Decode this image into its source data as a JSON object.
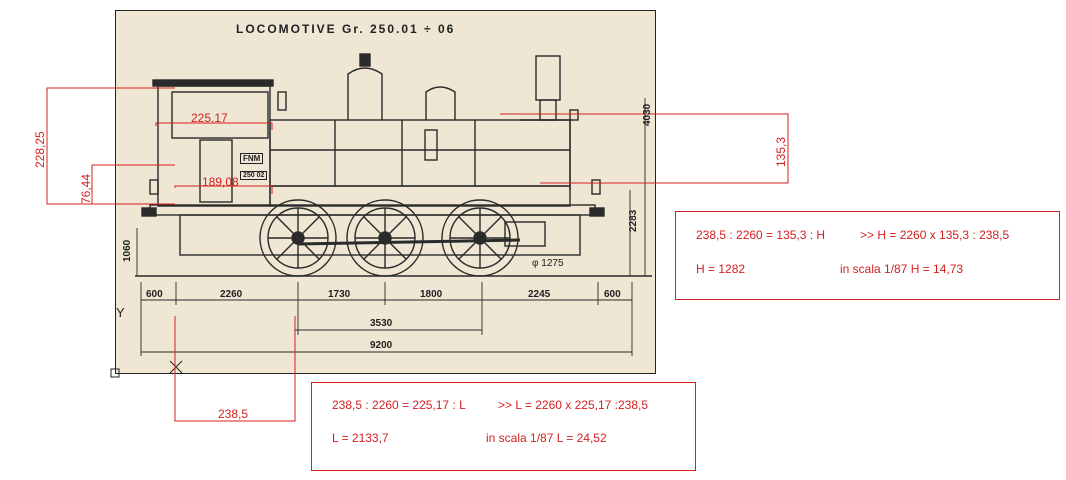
{
  "drawing": {
    "title": "LOCOMOTIVE  Gr.  250.01 ÷ 06",
    "plate": "FNM",
    "plate_number": "250 02",
    "wheel_label": "φ 1275",
    "height_right_top": "4030",
    "height_right_mid": "2283",
    "height_left": "1060",
    "bottom_dims": [
      "600",
      "2260",
      "1730",
      "1800",
      "2245",
      "600"
    ],
    "dim_3530": "3530",
    "dim_9200": "9200",
    "axis_y": "Y"
  },
  "annotations": {
    "dim_225_17": "225,17",
    "dim_189_08": "189,08",
    "dim_228_25": "228,25",
    "dim_76_44": "76,44",
    "dim_135_3": "135,3",
    "dim_238_5": "238,5"
  },
  "calc_height": {
    "line1a": "238,5 : 2260 = 135,3 : H",
    "line1b": ">>  H = 2260 x 135,3 : 238,5",
    "line2a": "H = 1282",
    "line2b": "in scala 1/87 H = 14,73"
  },
  "calc_length": {
    "line1a": "238,5 : 2260 = 225,17 : L",
    "line1b": ">>  L = 2260 x 225,17 :238,5",
    "line2a": "L = 2133,7",
    "line2b": "in scala 1/87 L = 24,52"
  },
  "colors": {
    "annotation": "#d42020",
    "paper": "#efe6d4",
    "ink": "#222222"
  }
}
